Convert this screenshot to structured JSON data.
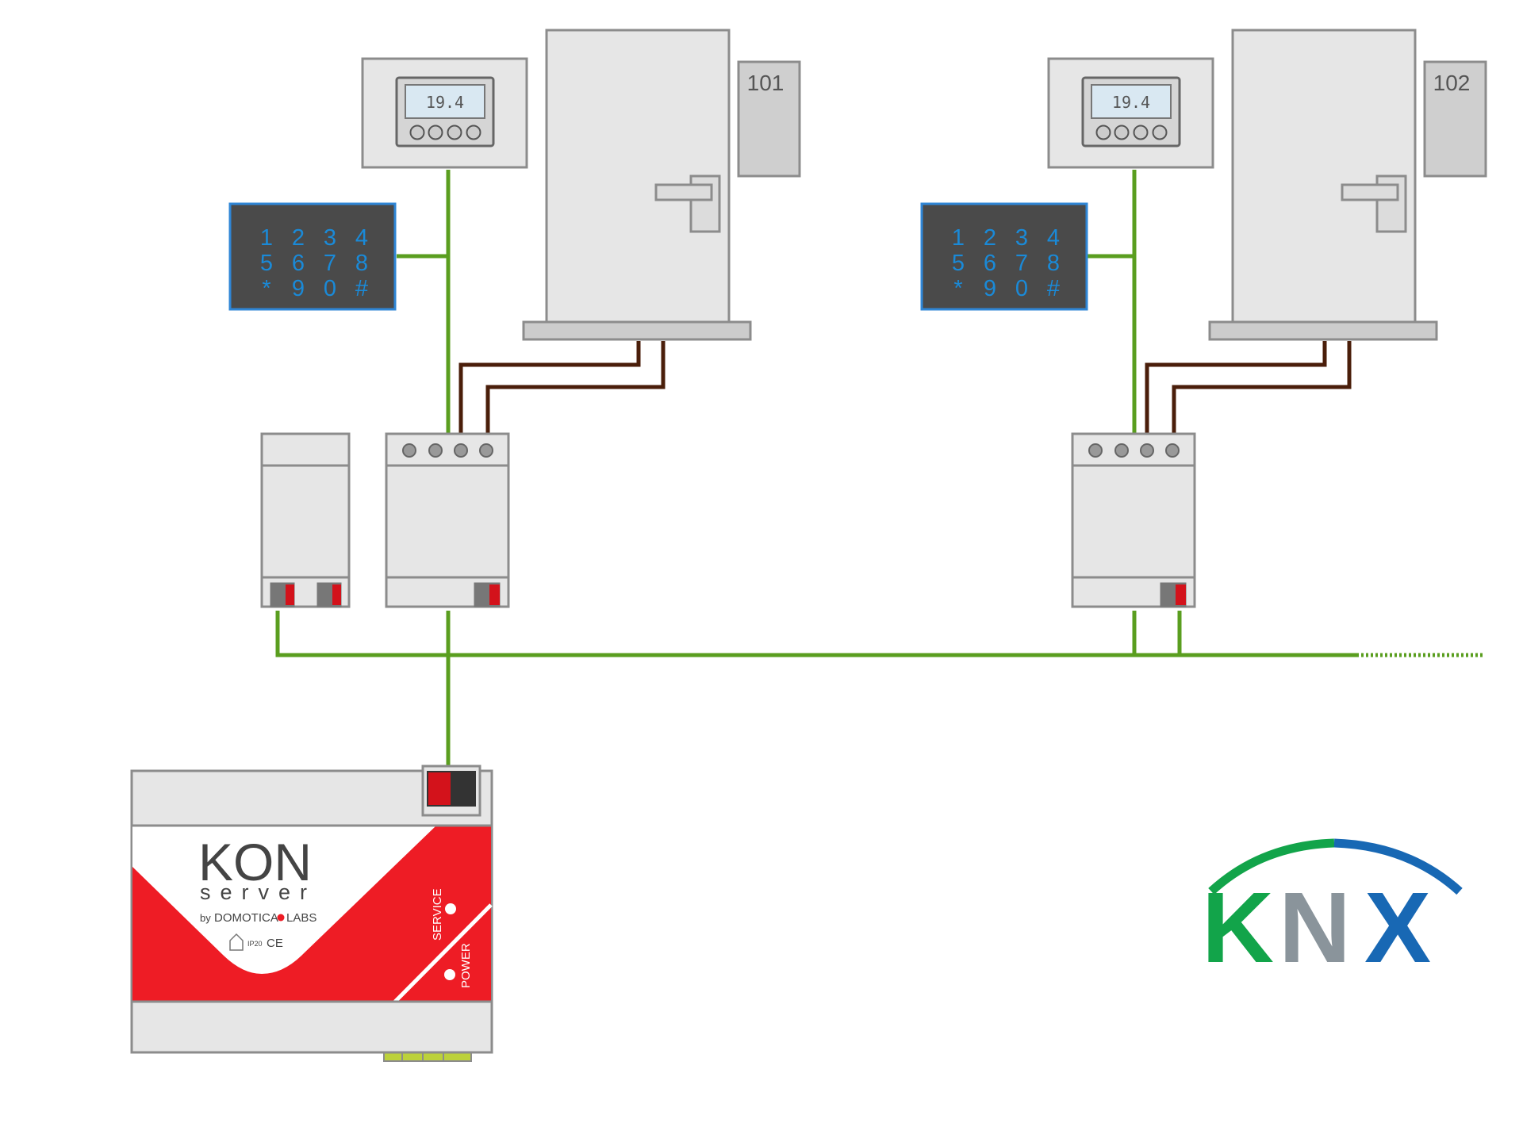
{
  "rooms": [
    {
      "number": "101",
      "display": "19.4",
      "keypad": [
        "1",
        "2",
        "3",
        "4",
        "5",
        "6",
        "7",
        "8",
        "*",
        "9",
        "0",
        "#"
      ]
    },
    {
      "number": "102",
      "display": "19.4",
      "keypad": [
        "1",
        "2",
        "3",
        "4",
        "5",
        "6",
        "7",
        "8",
        "*",
        "9",
        "0",
        "#"
      ]
    }
  ],
  "server": {
    "logo_k": "K",
    "logo_on": "ON",
    "logo_sub": "server",
    "by": "by",
    "maker_a": "DOMOTICA",
    "maker_b": "LABS",
    "ip_rating": "IP20",
    "ce": "CE",
    "service_label": "SERVICE",
    "power_label": "POWER"
  },
  "knx_logo": {
    "letters": [
      "K",
      "N",
      "X"
    ]
  },
  "colors": {
    "bus_wire": "#5a9e1f",
    "contact_wire": "#4a1e0a",
    "device_fill": "#e6e6e6",
    "device_stroke": "#8c8c8c",
    "keypad_fill": "#4a4a4a",
    "keypad_border": "#2f86d6",
    "keypad_text": "#1a8ad8",
    "server_red": "#ee1c25",
    "terminal_red": "#d3121b",
    "knx_green": "#12a44a",
    "knx_gray": "#8a949b",
    "knx_blue": "#1868b4"
  }
}
